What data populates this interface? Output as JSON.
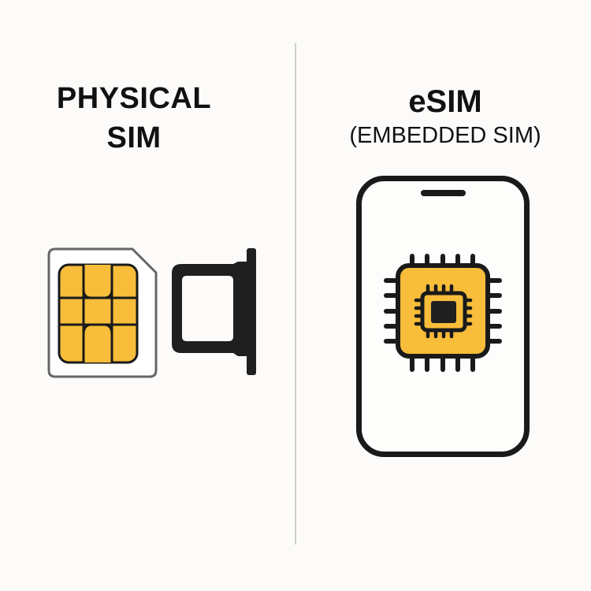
{
  "left": {
    "title_line1": "PHYSICAL",
    "title_line2": "SIM",
    "icons": [
      "sim-card-icon",
      "sim-tray-icon"
    ]
  },
  "right": {
    "title": "eSIM",
    "subtitle": "(EMBEDDED SIM)",
    "icons": [
      "smartphone-icon",
      "embedded-chip-icon"
    ]
  },
  "colors": {
    "background": "#fcfbf9",
    "gold": "#f8bd3a",
    "outline": "#1a1a1a",
    "sim_border": "#666666",
    "divider": "#cfcfcc"
  }
}
